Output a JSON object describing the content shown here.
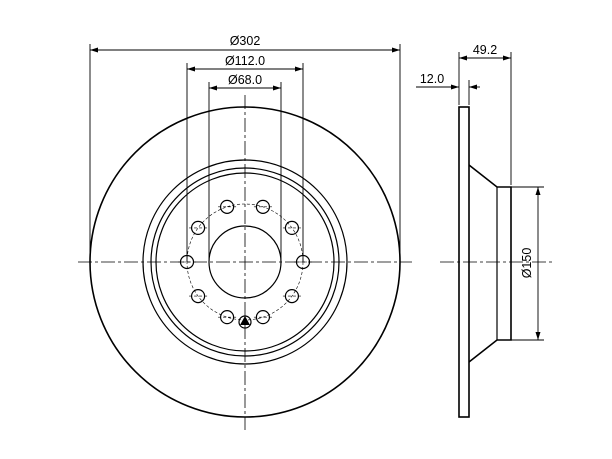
{
  "dimensions": {
    "outer_diameter": "Ø302",
    "bolt_circle_diameter": "Ø112.0",
    "center_bore_diameter": "Ø68.0",
    "overall_height": "49.2",
    "disc_thickness": "12.0",
    "hat_diameter": "Ø150"
  },
  "colors": {
    "line": "#000000",
    "background": "#ffffff"
  }
}
